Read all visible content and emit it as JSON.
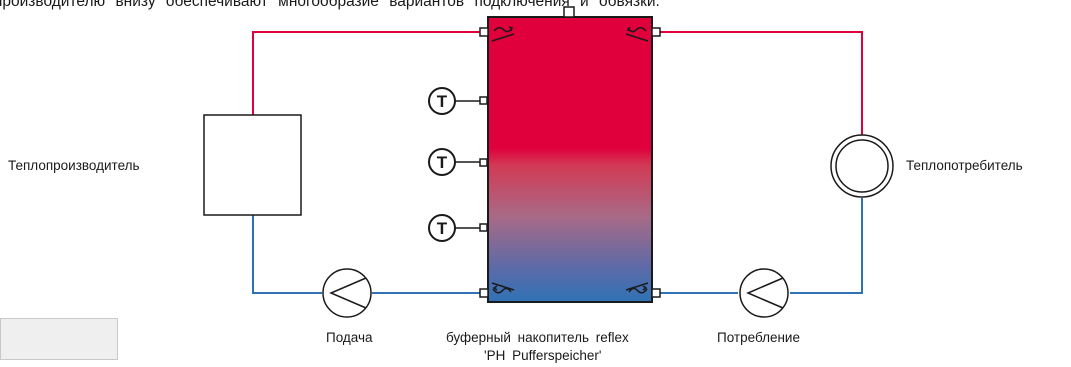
{
  "header_text": "производителю внизу обеспечивают многообразие вариантов подключения и обвязки.",
  "labels": {
    "heat_generator": "Теплопроизводитель",
    "heat_consumer": "Теплопотребитель",
    "supply": "Подача",
    "consumption": "Потребление",
    "tank_line1": "буферный накопитель reflex",
    "tank_line2": "'PH Pufferspeicher'"
  },
  "sensor_symbol": "T",
  "colors": {
    "hot": "#e0003c",
    "cold": "#2f73b5",
    "gradient_mid": "#a86a86"
  }
}
